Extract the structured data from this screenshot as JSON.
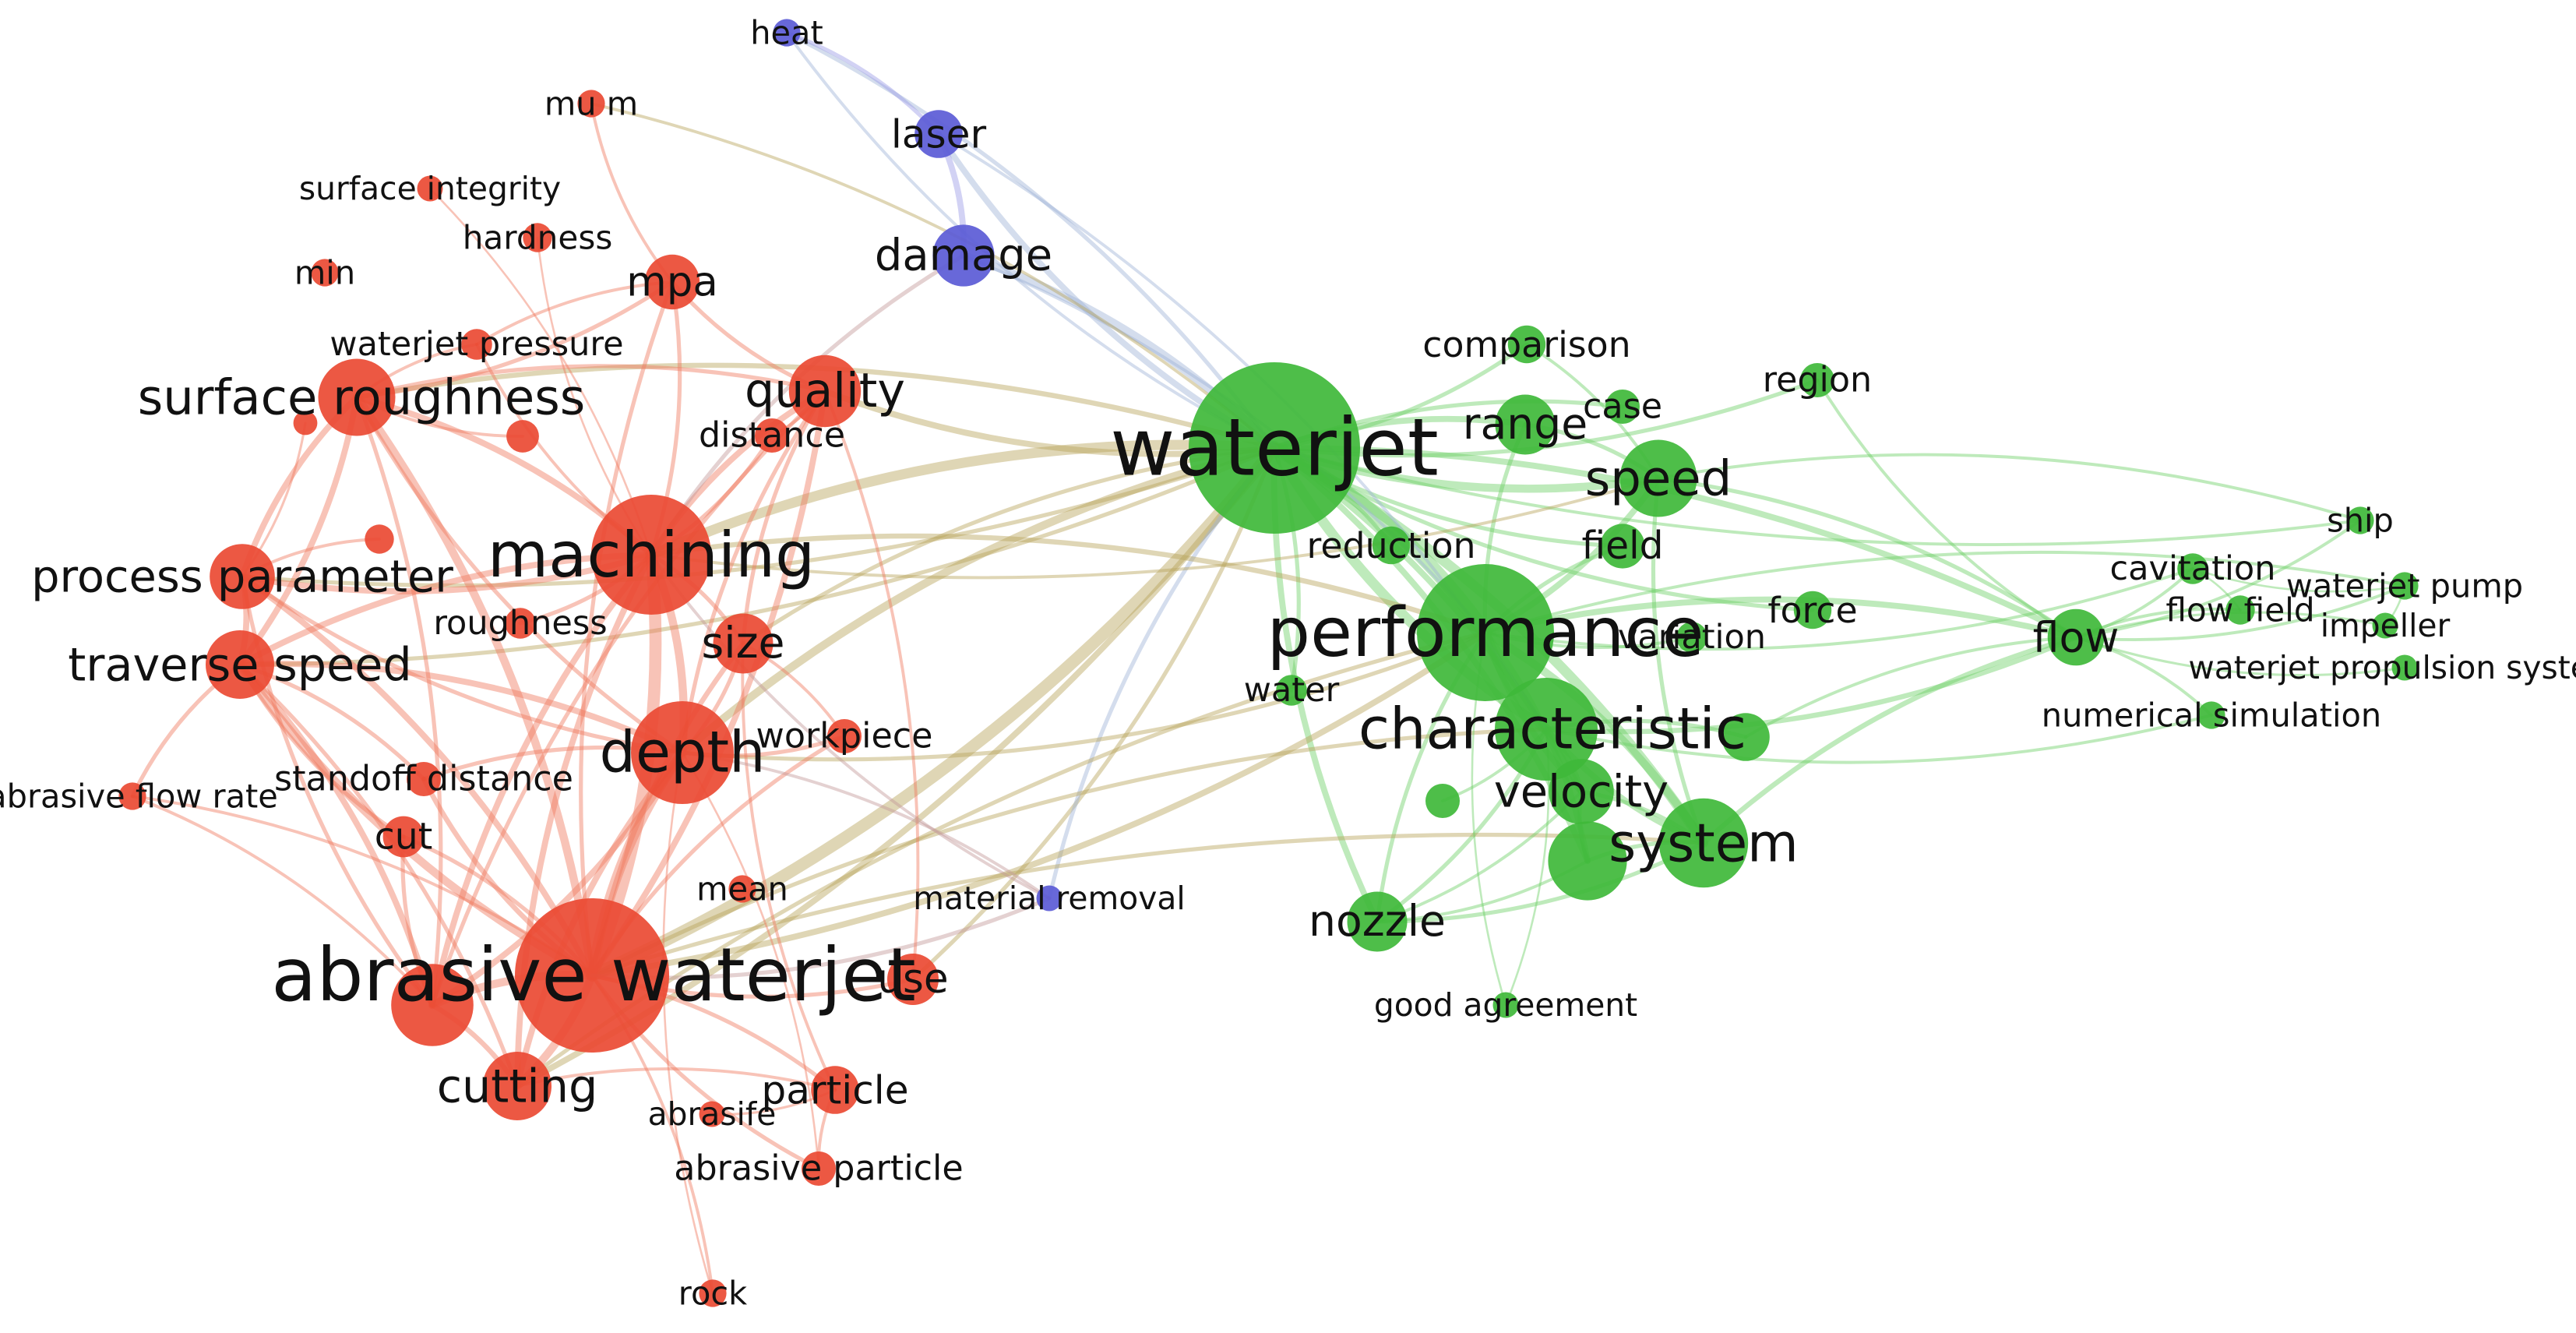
{
  "colors": {
    "red": "#ea4a33",
    "red_edge": "#f07a60",
    "green": "#3fb83a",
    "green_edge": "#6fd068",
    "blue": "#5b5bd6",
    "blue_edge": "#9c9ce6",
    "mixed_edge": "#b9a35a",
    "label": "#111111"
  },
  "nodes": [
    {
      "id": "waterjet",
      "label": "waterjet",
      "cluster": "green",
      "weight": 10
    },
    {
      "id": "abrasive-waterjet",
      "label": "abrasive waterjet",
      "cluster": "red",
      "weight": 9
    },
    {
      "id": "performance",
      "label": "performance",
      "cluster": "green",
      "weight": 8
    },
    {
      "id": "machining",
      "label": "machining",
      "cluster": "red",
      "weight": 7
    },
    {
      "id": "characteristic",
      "label": "characteristic",
      "cluster": "green",
      "weight": 6
    },
    {
      "id": "depth",
      "label": "depth",
      "cluster": "red",
      "weight": 6
    },
    {
      "id": "system",
      "label": "system",
      "cluster": "green",
      "weight": 5.2
    },
    {
      "id": "surface-roughness",
      "label": "surface roughness",
      "cluster": "red",
      "weight": 4.5
    },
    {
      "id": "speed",
      "label": "speed",
      "cluster": "green",
      "weight": 4.5
    },
    {
      "id": "quality",
      "label": "quality",
      "cluster": "red",
      "weight": 4.2
    },
    {
      "id": "traverse-speed",
      "label": "traverse speed",
      "cluster": "red",
      "weight": 4
    },
    {
      "id": "process-parameter",
      "label": "process parameter",
      "cluster": "red",
      "weight": 3.8
    },
    {
      "id": "cutting",
      "label": "cutting",
      "cluster": "red",
      "weight": 4
    },
    {
      "id": "velocity",
      "label": "velocity",
      "cluster": "green",
      "weight": 3.8
    },
    {
      "id": "range",
      "label": "range",
      "cluster": "green",
      "weight": 3.5
    },
    {
      "id": "flow",
      "label": "flow",
      "cluster": "green",
      "weight": 3.3
    },
    {
      "id": "size",
      "label": "size",
      "cluster": "red",
      "weight": 3.5
    },
    {
      "id": "nozzle",
      "label": "nozzle",
      "cluster": "green",
      "weight": 3.5
    },
    {
      "id": "damage",
      "label": "damage",
      "cluster": "blue",
      "weight": 3.6
    },
    {
      "id": "mpa",
      "label": "mpa",
      "cluster": "red",
      "weight": 3.2
    },
    {
      "id": "use",
      "label": "use",
      "cluster": "red",
      "weight": 3
    },
    {
      "id": "particle",
      "label": "particle",
      "cluster": "red",
      "weight": 2.8
    },
    {
      "id": "field",
      "label": "field",
      "cluster": "green",
      "weight": 2.6
    },
    {
      "id": "laser",
      "label": "laser",
      "cluster": "blue",
      "weight": 2.8
    },
    {
      "id": "reduction",
      "label": "reduction",
      "cluster": "green",
      "weight": 2.2
    },
    {
      "id": "comparison",
      "label": "comparison",
      "cluster": "green",
      "weight": 2.2
    },
    {
      "id": "case",
      "label": "case",
      "cluster": "green",
      "weight": 2
    },
    {
      "id": "region",
      "label": "region",
      "cluster": "green",
      "weight": 2
    },
    {
      "id": "force",
      "label": "force",
      "cluster": "green",
      "weight": 2.2
    },
    {
      "id": "variation",
      "label": "variation",
      "cluster": "green",
      "weight": 1.8
    },
    {
      "id": "water",
      "label": "water",
      "cluster": "green",
      "weight": 1.8
    },
    {
      "id": "cavitation",
      "label": "cavitation",
      "cluster": "green",
      "weight": 1.8
    },
    {
      "id": "flow-field",
      "label": "flow field",
      "cluster": "green",
      "weight": 1.7
    },
    {
      "id": "waterjet-pump",
      "label": "waterjet pump",
      "cluster": "green",
      "weight": 1.6
    },
    {
      "id": "impeller",
      "label": "impeller",
      "cluster": "green",
      "weight": 1.5
    },
    {
      "id": "waterjet-propulsion-system",
      "label": "waterjet propulsion system",
      "cluster": "green",
      "weight": 1.5
    },
    {
      "id": "numerical-simulation",
      "label": "numerical simulation",
      "cluster": "green",
      "weight": 1.6
    },
    {
      "id": "ship",
      "label": "ship",
      "cluster": "green",
      "weight": 1.6
    },
    {
      "id": "good-agreement",
      "label": "good agreement",
      "cluster": "green",
      "weight": 1.5
    },
    {
      "id": "material-removal",
      "label": "material removal",
      "cluster": "blue",
      "weight": 1.5
    },
    {
      "id": "distance",
      "label": "distance",
      "cluster": "red",
      "weight": 2
    },
    {
      "id": "roughness",
      "label": "roughness",
      "cluster": "red",
      "weight": 1.8
    },
    {
      "id": "standoff-distance",
      "label": "standoff distance",
      "cluster": "red",
      "weight": 2
    },
    {
      "id": "workpiece",
      "label": "workpiece",
      "cluster": "red",
      "weight": 2
    },
    {
      "id": "cut",
      "label": "cut",
      "cluster": "red",
      "weight": 2.4
    },
    {
      "id": "mean",
      "label": "mean",
      "cluster": "red",
      "weight": 1.6
    },
    {
      "id": "abrasife",
      "label": "abrasife",
      "cluster": "red",
      "weight": 1.5
    },
    {
      "id": "abrasive-particle",
      "label": "abrasive particle",
      "cluster": "red",
      "weight": 2
    },
    {
      "id": "rock",
      "label": "rock",
      "cluster": "red",
      "weight": 1.6
    },
    {
      "id": "abrasive-flow-rate",
      "label": "abrasive flow rate",
      "cluster": "red",
      "weight": 1.6
    },
    {
      "id": "waterjet-pressure",
      "label": "waterjet pressure",
      "cluster": "red",
      "weight": 1.8
    },
    {
      "id": "hardness",
      "label": "hardness",
      "cluster": "red",
      "weight": 1.7
    },
    {
      "id": "surface-integrity",
      "label": "surface integrity",
      "cluster": "red",
      "weight": 1.5
    },
    {
      "id": "min",
      "label": "min",
      "cluster": "red",
      "weight": 1.6
    },
    {
      "id": "mu-m",
      "label": "mu m",
      "cluster": "red",
      "weight": 1.6
    },
    {
      "id": "heat",
      "label": "heat",
      "cluster": "blue",
      "weight": 1.6
    },
    {
      "id": "big-red-unlabeled",
      "label": "",
      "cluster": "red",
      "weight": 4.8
    },
    {
      "id": "green-unlabeled-1",
      "label": "",
      "cluster": "green",
      "weight": 4.6
    },
    {
      "id": "green-unlabeled-2",
      "label": "",
      "cluster": "green",
      "weight": 2.8
    },
    {
      "id": "green-unlabeled-3",
      "label": "",
      "cluster": "green",
      "weight": 2
    },
    {
      "id": "red-unlabeled-1",
      "label": "",
      "cluster": "red",
      "weight": 1.9
    },
    {
      "id": "red-unlabeled-2",
      "label": "",
      "cluster": "red",
      "weight": 1.7
    },
    {
      "id": "red-unlabeled-3",
      "label": "",
      "cluster": "red",
      "weight": 1.4
    }
  ],
  "edges": [
    [
      "waterjet",
      "performance",
      7
    ],
    [
      "waterjet",
      "characteristic",
      5
    ],
    [
      "waterjet",
      "system",
      5
    ],
    [
      "waterjet",
      "speed",
      4
    ],
    [
      "waterjet",
      "range",
      3
    ],
    [
      "waterjet",
      "comparison",
      2
    ],
    [
      "waterjet",
      "case",
      2
    ],
    [
      "waterjet",
      "region",
      2
    ],
    [
      "waterjet",
      "velocity",
      3
    ],
    [
      "waterjet",
      "nozzle",
      3
    ],
    [
      "waterjet",
      "flow",
      3
    ],
    [
      "waterjet",
      "field",
      2
    ],
    [
      "waterjet",
      "reduction",
      2
    ],
    [
      "waterjet",
      "force",
      2
    ],
    [
      "waterjet",
      "water",
      2
    ],
    [
      "waterjet",
      "ship",
      1.5
    ],
    [
      "waterjet",
      "green-unlabeled-1",
      3
    ],
    [
      "waterjet",
      "machining",
      5
    ],
    [
      "waterjet",
      "abrasive-waterjet",
      6
    ],
    [
      "waterjet",
      "depth",
      4
    ],
    [
      "waterjet",
      "quality",
      3
    ],
    [
      "waterjet",
      "surface-roughness",
      2.5
    ],
    [
      "waterjet",
      "cutting",
      3
    ],
    [
      "waterjet",
      "damage",
      4
    ],
    [
      "waterjet",
      "laser",
      3
    ],
    [
      "waterjet",
      "heat",
      2
    ],
    [
      "waterjet",
      "use",
      2
    ],
    [
      "waterjet",
      "size",
      2
    ],
    [
      "waterjet",
      "traverse-speed",
      2
    ],
    [
      "waterjet",
      "material-removal",
      2
    ],
    [
      "waterjet",
      "process-parameter",
      2
    ],
    [
      "performance",
      "characteristic",
      5
    ],
    [
      "performance",
      "system",
      4
    ],
    [
      "performance",
      "speed",
      3
    ],
    [
      "performance",
      "flow",
      3
    ],
    [
      "performance",
      "velocity",
      3
    ],
    [
      "performance",
      "range",
      2
    ],
    [
      "performance",
      "nozzle",
      2
    ],
    [
      "performance",
      "field",
      2
    ],
    [
      "performance",
      "variation",
      1.5
    ],
    [
      "performance",
      "abrasive-waterjet",
      3
    ],
    [
      "performance",
      "machining",
      2.5
    ],
    [
      "performance",
      "depth",
      2
    ],
    [
      "performance",
      "cutting",
      2
    ],
    [
      "performance",
      "green-unlabeled-1",
      3
    ],
    [
      "performance",
      "cavitation",
      1.5
    ],
    [
      "performance",
      "waterjet-pump",
      1.5
    ],
    [
      "characteristic",
      "system",
      3
    ],
    [
      "characteristic",
      "velocity",
      3
    ],
    [
      "characteristic",
      "flow",
      2.5
    ],
    [
      "characteristic",
      "green-unlabeled-2",
      2
    ],
    [
      "characteristic",
      "abrasive-waterjet",
      2
    ],
    [
      "characteristic",
      "nozzle",
      2
    ],
    [
      "characteristic",
      "numerical-simulation",
      1.5
    ],
    [
      "system",
      "flow",
      2.5
    ],
    [
      "system",
      "velocity",
      2
    ],
    [
      "system",
      "speed",
      2
    ],
    [
      "system",
      "abrasive-waterjet",
      2
    ],
    [
      "system",
      "nozzle",
      2
    ],
    [
      "system",
      "green-unlabeled-1",
      2
    ],
    [
      "speed",
      "flow",
      2
    ],
    [
      "speed",
      "range",
      2
    ],
    [
      "speed",
      "ship",
      1.5
    ],
    [
      "speed",
      "comparison",
      1.5
    ],
    [
      "speed",
      "machining",
      1.5
    ],
    [
      "flow",
      "cavitation",
      1.5
    ],
    [
      "flow",
      "flow-field",
      1.5
    ],
    [
      "flow",
      "waterjet-pump",
      1.5
    ],
    [
      "flow",
      "impeller",
      1.2
    ],
    [
      "flow",
      "waterjet-propulsion-system",
      1.2
    ],
    [
      "flow",
      "numerical-simulation",
      1.5
    ],
    [
      "flow",
      "ship",
      1.5
    ],
    [
      "flow",
      "region",
      1.5
    ],
    [
      "flow",
      "green-unlabeled-2",
      1.5
    ],
    [
      "cavitation",
      "flow-field",
      1
    ],
    [
      "cavitation",
      "waterjet-pump",
      1
    ],
    [
      "waterjet-pump",
      "impeller",
      1
    ],
    [
      "velocity",
      "green-unlabeled-1",
      2
    ],
    [
      "velocity",
      "nozzle",
      1.5
    ],
    [
      "abrasive-waterjet",
      "machining",
      6
    ],
    [
      "abrasive-waterjet",
      "depth",
      5
    ],
    [
      "abrasive-waterjet",
      "surface-roughness",
      4
    ],
    [
      "abrasive-waterjet",
      "traverse-speed",
      4
    ],
    [
      "abrasive-waterjet",
      "process-parameter",
      3
    ],
    [
      "abrasive-waterjet",
      "cutting",
      4
    ],
    [
      "abrasive-waterjet",
      "quality",
      3
    ],
    [
      "abrasive-waterjet",
      "size",
      2.5
    ],
    [
      "abrasive-waterjet",
      "big-red-unlabeled",
      4
    ],
    [
      "abrasive-waterjet",
      "standoff-distance",
      2.5
    ],
    [
      "abrasive-waterjet",
      "use",
      2
    ],
    [
      "abrasive-waterjet",
      "particle",
      2
    ],
    [
      "abrasive-waterjet",
      "abrasive-particle",
      2
    ],
    [
      "abrasive-waterjet",
      "mpa",
      2
    ],
    [
      "abrasive-waterjet",
      "cut",
      2
    ],
    [
      "abrasive-waterjet",
      "workpiece",
      2
    ],
    [
      "abrasive-waterjet",
      "abrasive-flow-rate",
      1.5
    ],
    [
      "abrasive-waterjet",
      "rock",
      1.5
    ],
    [
      "abrasive-waterjet",
      "material-removal",
      2
    ],
    [
      "machining",
      "depth",
      4
    ],
    [
      "machining",
      "surface-roughness",
      3
    ],
    [
      "machining",
      "quality",
      3
    ],
    [
      "machining",
      "traverse-speed",
      3
    ],
    [
      "machining",
      "process-parameter",
      3
    ],
    [
      "machining",
      "mpa",
      2
    ],
    [
      "machining",
      "size",
      2
    ],
    [
      "machining",
      "distance",
      2
    ],
    [
      "machining",
      "roughness",
      2
    ],
    [
      "machining",
      "big-red-unlabeled",
      3
    ],
    [
      "machining",
      "damage",
      2
    ],
    [
      "machining",
      "cutting",
      3
    ],
    [
      "machining",
      "waterjet-pressure",
      1.5
    ],
    [
      "depth",
      "traverse-speed",
      3
    ],
    [
      "depth",
      "surface-roughness",
      2
    ],
    [
      "depth",
      "cutting",
      3
    ],
    [
      "depth",
      "big-red-unlabeled",
      3
    ],
    [
      "depth",
      "size",
      2
    ],
    [
      "depth",
      "quality",
      2
    ],
    [
      "depth",
      "standoff-distance",
      2
    ],
    [
      "depth",
      "process-parameter",
      2
    ],
    [
      "depth",
      "workpiece",
      2
    ],
    [
      "surface-roughness",
      "traverse-speed",
      3
    ],
    [
      "surface-roughness",
      "process-parameter",
      3
    ],
    [
      "surface-roughness",
      "quality",
      2
    ],
    [
      "surface-roughness",
      "mpa",
      2
    ],
    [
      "surface-roughness",
      "big-red-unlabeled",
      2
    ],
    [
      "surface-roughness",
      "red-unlabeled-1",
      1.5
    ],
    [
      "surface-roughness",
      "waterjet-pressure",
      1.5
    ],
    [
      "traverse-speed",
      "process-parameter",
      3
    ],
    [
      "traverse-speed",
      "big-red-unlabeled",
      3
    ],
    [
      "traverse-speed",
      "abrasive-flow-rate",
      2
    ],
    [
      "traverse-speed",
      "standoff-distance",
      2
    ],
    [
      "traverse-speed",
      "cut",
      2
    ],
    [
      "traverse-speed",
      "cutting",
      2
    ],
    [
      "process-parameter",
      "big-red-unlabeled",
      2
    ],
    [
      "process-parameter",
      "red-unlabeled-2",
      1.5
    ],
    [
      "process-parameter",
      "red-unlabeled-3",
      1.2
    ],
    [
      "quality",
      "mpa",
      2
    ],
    [
      "quality",
      "size",
      2
    ],
    [
      "quality",
      "distance",
      1.5
    ],
    [
      "quality",
      "big-red-unlabeled",
      2
    ],
    [
      "quality",
      "use",
      1.5
    ],
    [
      "cutting",
      "big-red-unlabeled",
      2.5
    ],
    [
      "cutting",
      "particle",
      1.5
    ],
    [
      "big-red-unlabeled",
      "abrasive-flow-rate",
      1.5
    ],
    [
      "big-red-unlabeled",
      "cut",
      2
    ],
    [
      "size",
      "particle",
      1.5
    ],
    [
      "size",
      "workpiece",
      1.5
    ],
    [
      "mpa",
      "waterjet-pressure",
      1.5
    ],
    [
      "mpa",
      "mu-m",
      1.5
    ],
    [
      "particle",
      "abrasive-particle",
      1.5
    ],
    [
      "particle",
      "abrasife",
      1.2
    ],
    [
      "damage",
      "laser",
      3
    ],
    [
      "damage",
      "performance",
      1.5
    ],
    [
      "laser",
      "heat",
      2
    ],
    [
      "laser",
      "characteristic",
      1.5
    ],
    [
      "heat",
      "waterjet",
      1.5
    ],
    [
      "material-removal",
      "machining",
      1.5
    ],
    [
      "material-removal",
      "depth",
      1.5
    ],
    [
      "green-unlabeled-1",
      "nozzle",
      1.5
    ],
    [
      "green-unlabeled-3",
      "characteristic",
      1.5
    ],
    [
      "good-agreement",
      "performance",
      1
    ],
    [
      "good-agreement",
      "characteristic",
      1
    ],
    [
      "rock",
      "depth",
      1
    ],
    [
      "abrasive-particle",
      "depth",
      1
    ],
    [
      "mu-m",
      "waterjet",
      1.5
    ],
    [
      "hardness",
      "machining",
      1
    ],
    [
      "surface-integrity",
      "machining",
      1
    ]
  ]
}
